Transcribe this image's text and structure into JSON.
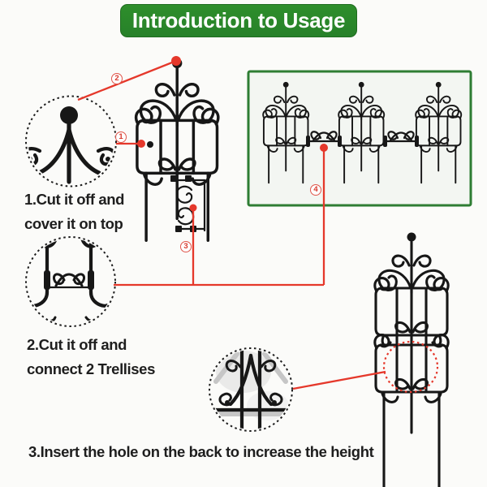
{
  "header": {
    "title": "Introduction to Usage"
  },
  "steps": {
    "step1": {
      "line1": "1.Cut it off and",
      "line2": "cover it on top"
    },
    "step2": {
      "line1": "2.Cut it off and",
      "line2": "connect 2 Trellises"
    },
    "step3": {
      "line1": "3.Insert the hole on the back to increase the height"
    }
  },
  "markers": {
    "m1": "1",
    "m2": "2",
    "m3": "3",
    "m4": "4"
  },
  "icons": {
    "callout1": "magnified-finial-top-detail",
    "callout2": "magnified-trellis-connector-detail",
    "callout3": "magnified-back-hole-insert-detail",
    "inset": "three-connected-trellises-preview"
  },
  "colors": {
    "header_green": "#2e8e2b",
    "box_border_green": "#2e7d33",
    "box_bg": "#f3f6f2",
    "annotation_red": "#e5382b",
    "ink": "#171717",
    "canvas_bg": "#fbfbf9"
  }
}
